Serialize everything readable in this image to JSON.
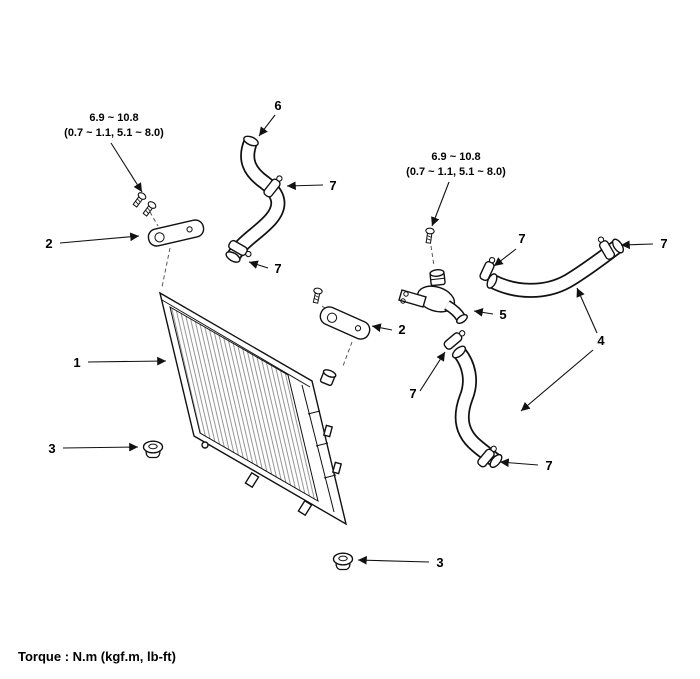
{
  "page": {
    "background": "#ffffff",
    "ink": "#111111"
  },
  "footer": {
    "torque_note": "Torque : N.m (kgf.m, lb-ft)"
  },
  "torque_specs": {
    "left": {
      "value": "6.9 ~ 10.8",
      "detail": "(0.7 ~ 1.1, 5.1 ~ 8.0)"
    },
    "right": {
      "value": "6.9 ~ 10.8",
      "detail": "(0.7 ~ 1.1, 5.1 ~ 8.0)"
    }
  },
  "callouts": {
    "radiator": "1",
    "bracket_left": "2",
    "bracket_right": "2",
    "mount_left": "3",
    "mount_bottom": "3",
    "hoses": "4",
    "outlet_fitting": "5",
    "upper_hose": "6",
    "clamp_upper_top": "7",
    "clamp_upper_bottom": "7",
    "clamp_right_left": "7",
    "clamp_right_right": "7",
    "clamp_lower_top": "7",
    "clamp_lower_bottom": "7"
  }
}
